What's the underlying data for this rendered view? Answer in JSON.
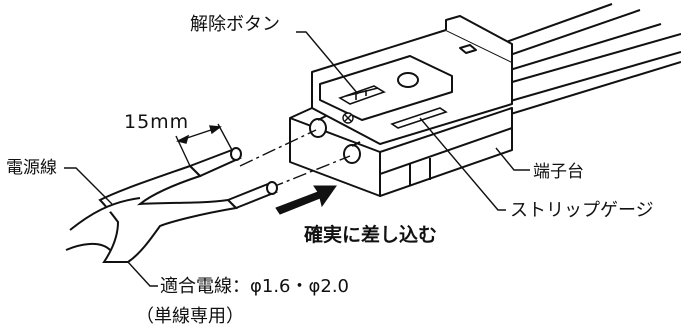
{
  "labels": {
    "release_button": "解除ボタン",
    "strip_length": "15mm",
    "power_wire": "電源線",
    "terminal_block": "端子台",
    "strip_gauge": "ストリップゲージ",
    "insert_instruction": "確実に差し込む",
    "compatible_wire_line1": "適合電線：φ1.6・φ2.0",
    "compatible_wire_line2": "（単線専用）"
  },
  "colors": {
    "line": "#111111",
    "background": "#ffffff"
  },
  "icons": {
    "insert_direction": "arrow-right-icon",
    "release_screw": "cross-screw-icon"
  }
}
